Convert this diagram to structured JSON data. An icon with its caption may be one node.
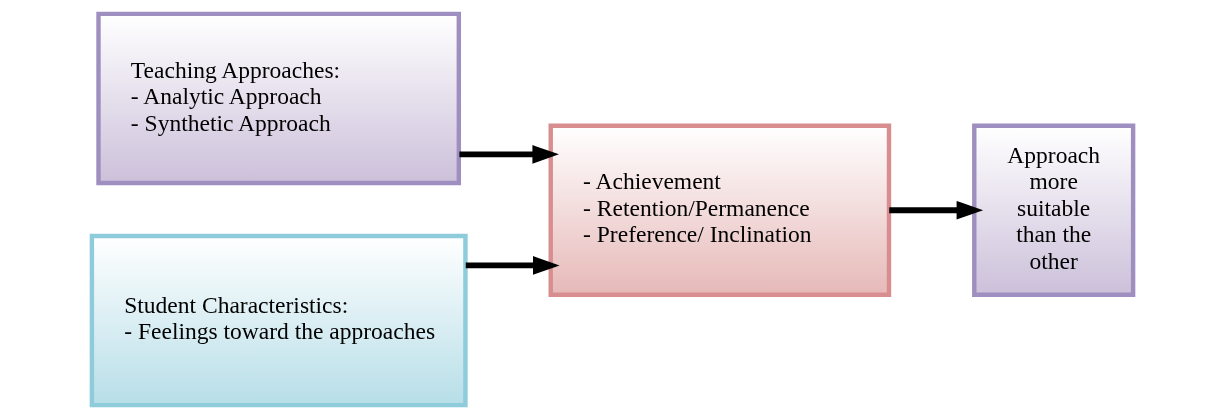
{
  "diagram": {
    "nodes": [
      {
        "text": [
          "Teaching Approaches:",
          "- Analytic Approach",
          "- Synthetic Approach"
        ]
      },
      {
        "text": [
          "Student Characteristics:",
          "- Feelings toward the approaches"
        ]
      },
      {
        "text": [
          "- Achievement",
          "- Retention/Permanence",
          "- Preference/ Inclination"
        ]
      },
      {
        "text": [
          "Approach more suitable than the other"
        ]
      }
    ],
    "edges": [
      {
        "from": 0,
        "to": 2,
        "arrow": "to"
      },
      {
        "from": 1,
        "to": 2,
        "arrow": "to"
      },
      {
        "from": 2,
        "to": 3,
        "arrow": "to"
      }
    ]
  }
}
